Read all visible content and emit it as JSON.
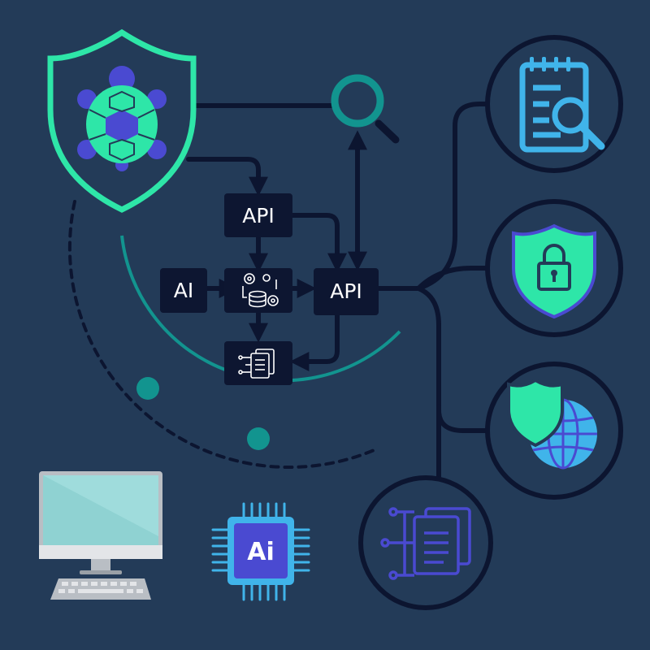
{
  "colors": {
    "background": "#233b58",
    "line": "#0c1530",
    "box": "#0d1631",
    "teal": "#12948f",
    "mint": "#2ee6a8",
    "purple": "#4a4ad1",
    "cyan": "#40b4ea"
  },
  "diagram": {
    "api_top_label": "API",
    "ai_label": "AI",
    "api_right_label": "API",
    "chip_label": "Ai"
  },
  "icons": [
    "turtle-shield-icon",
    "magnifier-icon",
    "database-gears-icon",
    "document-flow-icon",
    "notepad-search-icon",
    "shield-lock-icon",
    "shield-globe-icon",
    "document-network-icon",
    "desktop-computer-icon",
    "ai-chip-icon"
  ]
}
